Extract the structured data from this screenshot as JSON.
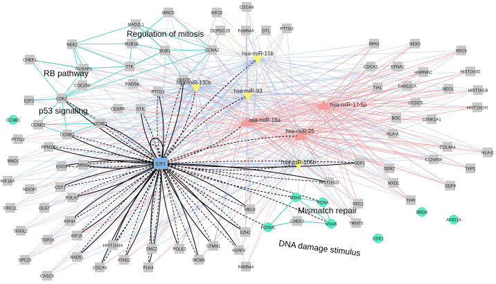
{
  "colors": {
    "gene_node": "#c8c8c8",
    "hub_node": "#7fb2e5",
    "mirna_up": "#f6f17a",
    "mirna_down": "#f29b9b",
    "cyan_node": "#5fe8c5",
    "edge_blue": "#7fa8e6",
    "edge_red": "#f08a8a",
    "edge_teal": "#35c7c0",
    "edge_black": "#111111",
    "edge_grey": "#bcbcbc"
  },
  "annotations": [
    {
      "id": "mitosis",
      "text": "Regulation of mitosis"
    },
    {
      "id": "rb",
      "text": "RB pathway"
    },
    {
      "id": "p53",
      "text": "p53 signaling"
    },
    {
      "id": "mismatch",
      "text": "Mismatch repair"
    },
    {
      "id": "dna",
      "text": "DNA damage stimulus"
    }
  ],
  "hub": "E2F1",
  "mirnas": [
    {
      "id": "m15b",
      "label": "hsa-miR-15b",
      "shape": "triangle-down",
      "color": "up"
    },
    {
      "id": "m130b",
      "label": "hsa-miR-130b",
      "shape": "triangle-down",
      "color": "up"
    },
    {
      "id": "m93",
      "label": "hsa-miR-93",
      "shape": "triangle-down",
      "color": "up"
    },
    {
      "id": "m17",
      "label": "hsa-miR-17-5p",
      "shape": "triangle-up",
      "color": "down"
    },
    {
      "id": "m18a",
      "label": "hsa-miR-18a",
      "shape": "triangle-up",
      "color": "down"
    },
    {
      "id": "m25",
      "label": "hsa-miR-25",
      "shape": "triangle-up",
      "color": "down"
    },
    {
      "id": "m106b",
      "label": "hsa-miR-106b",
      "shape": "triangle-down",
      "color": "up"
    }
  ],
  "genes": [
    "BIRC5",
    "MAD2L1",
    "KIF23",
    "CDCA8",
    "DEPDC1B",
    "FAM64A",
    "DTL",
    "PTTG3",
    "NEK2",
    "BUB1B",
    "BUB1",
    "CCNA2",
    "CHEK1",
    "NUSAP1",
    "TTK",
    "FBXO5",
    "CDK2",
    "E2F2",
    "CDC25C",
    "RAD54L",
    "PTTG1",
    "CENPF",
    "STIL",
    "CCNE1",
    "CCNE2",
    "CCNB2",
    "PTTG2",
    "MND1",
    "PPM1D",
    "EXO1",
    "RRM2",
    "KIF18A",
    "NDC80",
    "CDT1",
    "POLA2",
    "ORC1L",
    "OLG7",
    "KIF4A",
    "SGOL2",
    "TOP2A",
    "KIF15",
    "HIST1H3A",
    "SPC25",
    "RAD51",
    "CDCA5",
    "CASC5",
    "ATAD2",
    "SMC2",
    "PLK4",
    "POLE2",
    "MCM6",
    "STMN1",
    "H2AFV",
    "EZH2",
    "FAM54A",
    "MELK",
    "CHEK2",
    "TRMT5",
    "RFC2",
    "HIST1H1D",
    "ODF1",
    "MXD1",
    "GDF9",
    "TFPI",
    "DDR2",
    "C12orf48",
    "TAP1",
    "HLA-A",
    "BOC",
    "CSNK1A1",
    "COL4A4",
    "HLA-E",
    "CCDC5",
    "NEO1",
    "FAM122A",
    "TIA1",
    "CDCA3",
    "EFNA2",
    "HNRNPC",
    "RPA3",
    "NEK3",
    "RFC5",
    "HIST1H3D",
    "HIST1H1B",
    "HIST1H2AI"
  ],
  "cyan_genes": [
    "CCNB1",
    "MSH2",
    "PCNA",
    "FOXM1",
    "MSH6",
    "BRD4",
    "ARID1A",
    "CDK1"
  ]
}
